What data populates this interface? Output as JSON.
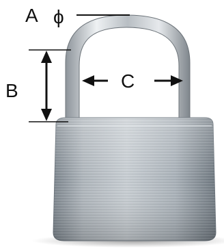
{
  "labels": {
    "a": "A",
    "phi": "ϕ",
    "b": "B",
    "c": "C"
  },
  "colors": {
    "ink": "#111111",
    "shackle": "#bfc5ca",
    "body": "#9aa3aa"
  },
  "icons": {
    "padlock": "padlock-icon"
  }
}
